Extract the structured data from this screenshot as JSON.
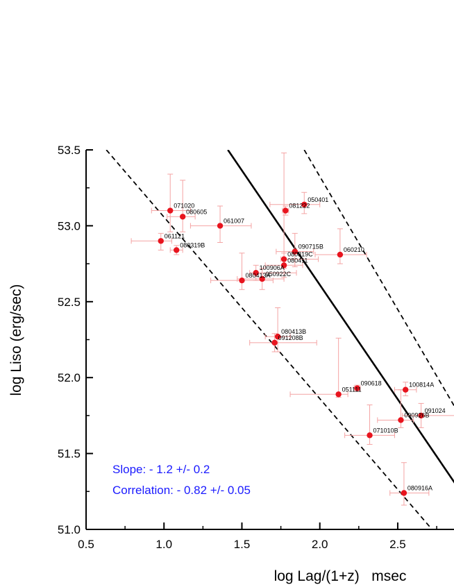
{
  "chart_data": {
    "type": "scatter",
    "title": "",
    "xlabel": "log Lag/(1+z)   msec",
    "ylabel": "log Liso (erg/sec)",
    "xlim": [
      0.5,
      2.87
    ],
    "ylim": [
      51.0,
      53.5
    ],
    "x_ticks": [
      "0.5",
      "1.0",
      "1.5",
      "2.0",
      "2.5"
    ],
    "y_ticks": [
      "51.0",
      "51.5",
      "52.0",
      "52.5",
      "53.0",
      "53.5"
    ],
    "grid": false,
    "annotations": [
      "Slope:  - 1.2 +/- 0.2",
      "Correlation:  - 0.82 +/- 0.05"
    ],
    "fit_lines": [
      {
        "style": "solid",
        "x": [
          1.41,
          2.87
        ],
        "y": [
          53.5,
          51.3
        ]
      },
      {
        "style": "dashed",
        "x": [
          0.63,
          2.72
        ],
        "y": [
          53.5,
          51.0
        ]
      },
      {
        "style": "dashed",
        "x": [
          1.9,
          2.87
        ],
        "y": [
          53.5,
          51.8
        ]
      }
    ],
    "point_color": "#e8141e",
    "errorbar_color": "#f4a3a3",
    "points": [
      {
        "label": "071020",
        "x": 1.04,
        "y": 53.1,
        "xerr": [
          0.12,
          0.13
        ],
        "yerr": [
          0.14,
          0.24
        ]
      },
      {
        "label": "080605",
        "x": 1.12,
        "y": 53.06,
        "xerr": [
          0.1,
          0.08
        ],
        "yerr": [
          0.1,
          0.24
        ]
      },
      {
        "label": "061007",
        "x": 1.36,
        "y": 53.0,
        "xerr": [
          0.19,
          0.2
        ],
        "yerr": [
          0.11,
          0.13
        ]
      },
      {
        "label": "061121",
        "x": 0.98,
        "y": 52.9,
        "xerr": [
          0.19,
          0.07
        ],
        "yerr": [
          0.06,
          0.05
        ]
      },
      {
        "label": "080319B",
        "x": 1.08,
        "y": 52.84,
        "xerr": [
          0.04,
          0.04
        ],
        "yerr": [
          0.03,
          0.03
        ]
      },
      {
        "label": "050401",
        "x": 1.9,
        "y": 53.14,
        "xerr": [
          0.22,
          0.1
        ],
        "yerr": [
          0.06,
          0.08
        ]
      },
      {
        "label": "081222",
        "x": 1.78,
        "y": 53.1,
        "xerr": [
          0.02,
          0.02
        ],
        "yerr": [
          0.03,
          0.03
        ]
      },
      {
        "label": "090715B",
        "x": 1.84,
        "y": 52.83,
        "xerr": [
          0.12,
          0.12
        ],
        "yerr": [
          0.1,
          0.12
        ]
      },
      {
        "label": "080319C",
        "x": 1.77,
        "y": 52.78,
        "xerr": [
          0.02,
          0.22
        ],
        "yerr": [
          0.06,
          0.7
        ]
      },
      {
        "label": "080411",
        "x": 1.77,
        "y": 52.74,
        "xerr": [
          0.12,
          0.12
        ],
        "yerr": [
          0.08,
          0.08
        ]
      },
      {
        "label": "060210",
        "x": 2.13,
        "y": 52.81,
        "xerr": [
          0.16,
          0.17
        ],
        "yerr": [
          0.06,
          0.17
        ]
      },
      {
        "label": "100906A",
        "x": 1.59,
        "y": 52.69,
        "xerr": [
          0.04,
          0.26
        ],
        "yerr": [
          0.05,
          0.05
        ]
      },
      {
        "label": "080413A",
        "x": 1.5,
        "y": 52.64,
        "xerr": [
          0.2,
          0.2
        ],
        "yerr": [
          0.06,
          0.18
        ]
      },
      {
        "label": "050922C",
        "x": 1.63,
        "y": 52.65,
        "xerr": [
          0.16,
          0.14
        ],
        "yerr": [
          0.07,
          0.07
        ]
      },
      {
        "label": "080413B",
        "x": 1.73,
        "y": 52.27,
        "xerr": [
          0.08,
          0.08
        ],
        "yerr": [
          0.1,
          0.19
        ]
      },
      {
        "label": "091208B",
        "x": 1.71,
        "y": 52.23,
        "xerr": [
          0.16,
          0.27
        ],
        "yerr": [
          0.06,
          0.06
        ]
      },
      {
        "label": "090618",
        "x": 2.24,
        "y": 51.93,
        "xerr": [
          0.02,
          0.02
        ],
        "yerr": [
          0.02,
          0.02
        ]
      },
      {
        "label": "051111",
        "x": 2.12,
        "y": 51.89,
        "xerr": [
          0.31,
          0.06
        ],
        "yerr": [
          0.02,
          0.37
        ]
      },
      {
        "label": "100814A",
        "x": 2.55,
        "y": 51.92,
        "xerr": [
          0.07,
          0.07
        ],
        "yerr": [
          0.04,
          0.05
        ]
      },
      {
        "label": "091024",
        "x": 2.65,
        "y": 51.75,
        "xerr": [
          0.12,
          0.27
        ],
        "yerr": [
          0.08,
          0.08
        ]
      },
      {
        "label": "090926B",
        "x": 2.52,
        "y": 51.72,
        "xerr": [
          0.15,
          0.08
        ],
        "yerr": [
          0.05,
          0.2
        ]
      },
      {
        "label": "071010B",
        "x": 2.32,
        "y": 51.62,
        "xerr": [
          0.16,
          0.16
        ],
        "yerr": [
          0.06,
          0.2
        ]
      },
      {
        "label": "080916A",
        "x": 2.54,
        "y": 51.24,
        "xerr": [
          0.09,
          0.16
        ],
        "yerr": [
          0.08,
          0.2
        ]
      }
    ]
  }
}
